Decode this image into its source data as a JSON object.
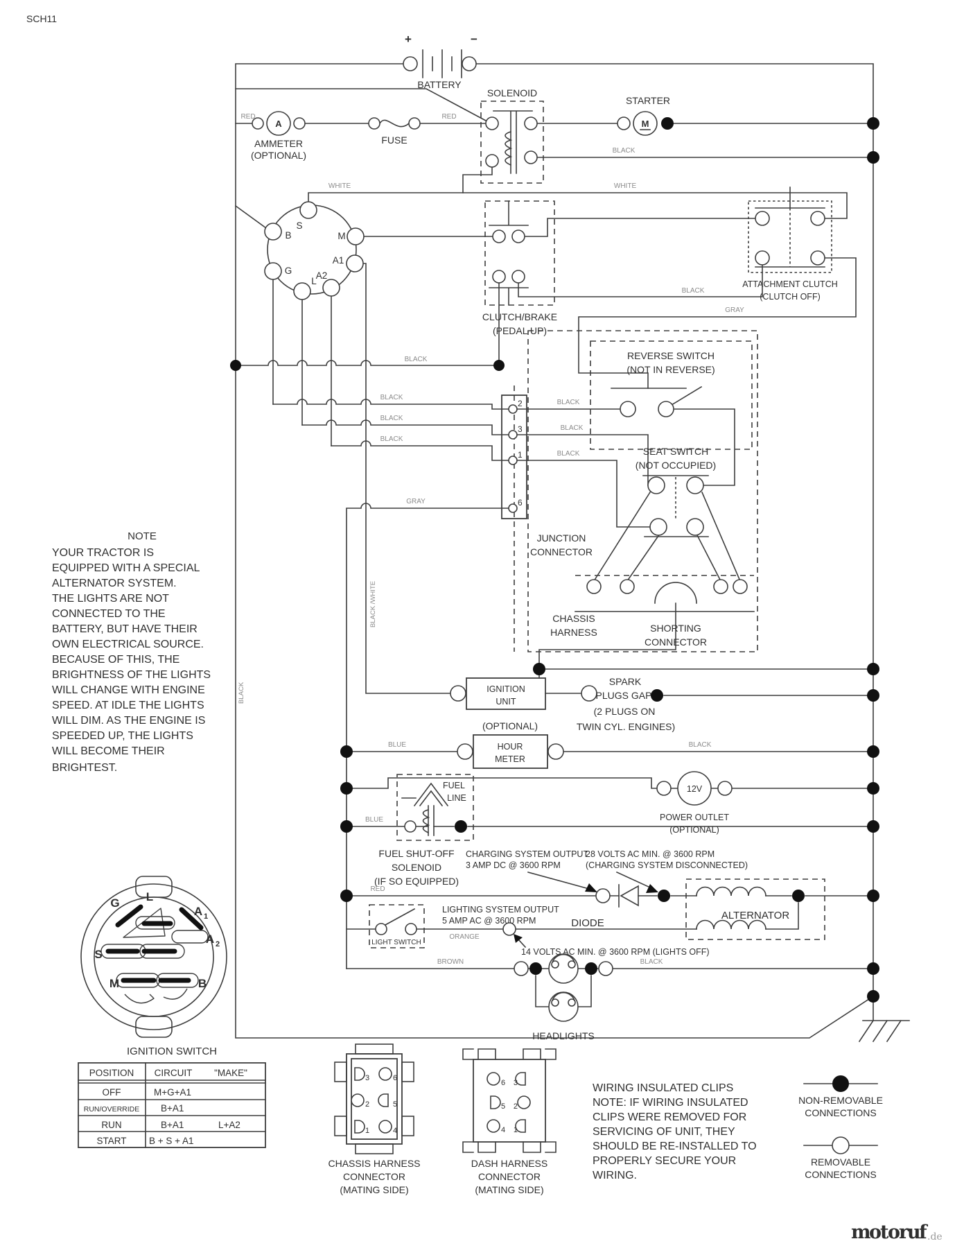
{
  "sheet": {
    "code": "SCH11"
  },
  "wires": {
    "red": "RED",
    "white": "WHITE",
    "black": "BLACK",
    "gray": "GRAY",
    "blue": "BLUE",
    "orange": "ORANGE",
    "brown": "BROWN",
    "black_white": "BLACK /WHITE"
  },
  "battery": {
    "label": "BATTERY",
    "plus": "+",
    "minus": "−"
  },
  "ammeter": {
    "label": "AMMETER",
    "sub": "(OPTIONAL)",
    "symbol": "A"
  },
  "fuse": {
    "label": "FUSE"
  },
  "solenoid": {
    "label": "SOLENOID"
  },
  "starter": {
    "label": "STARTER",
    "symbol": "M"
  },
  "key_switch": {
    "terminals": {
      "s": "S",
      "b": "B",
      "m": "M",
      "a1": "A1",
      "g": "G",
      "l": "L",
      "a2": "A2"
    }
  },
  "clutch_brake": {
    "line1": "CLUTCH/BRAKE",
    "line2": "(PEDAL UP)"
  },
  "attachment_clutch": {
    "line1": "ATTACHMENT CLUTCH",
    "line2": "(CLUTCH OFF)"
  },
  "reverse_switch": {
    "line1": "REVERSE SWITCH",
    "line2": "(NOT IN REVERSE)"
  },
  "seat_switch": {
    "line1": "SEAT SWITCH",
    "line2": "(NOT OCCUPIED)"
  },
  "junction_connector": {
    "line1": "JUNCTION",
    "line2": "CONNECTOR",
    "pins": [
      "2",
      "3",
      "1",
      "6"
    ]
  },
  "shorting_connector": {
    "line1": "SHORTING",
    "line2": "CONNECTOR"
  },
  "chassis_harness": {
    "line1": "CHASSIS",
    "line2": "HARNESS"
  },
  "ignition_unit": {
    "line1": "IGNITION",
    "line2": "UNIT"
  },
  "spark_plugs": {
    "line1": "SPARK",
    "line2": "PLUGS GAP",
    "line3": "(2 PLUGS ON",
    "line4": "TWIN CYL. ENGINES)"
  },
  "hour_meter": {
    "optional": "(OPTIONAL)",
    "line1": "HOUR",
    "line2": "METER"
  },
  "fuel_solenoid": {
    "fuel": "FUEL",
    "line": "LINE",
    "cap1": "FUEL SHUT-OFF",
    "cap2": "SOLENOID",
    "cap3": "(IF SO EQUIPPED)"
  },
  "power_outlet": {
    "symbol": "12V",
    "line1": "POWER OUTLET",
    "line2": "(OPTIONAL)"
  },
  "callouts": {
    "charging1": "CHARGING SYSTEM OUTPUT",
    "charging2": "3 AMP DC @ 3600 RPM",
    "volts28_1": "28 VOLTS AC MIN. @ 3600 RPM",
    "volts28_2": "(CHARGING SYSTEM DISCONNECTED)",
    "lighting1": "LIGHTING SYSTEM OUTPUT",
    "lighting2": "5 AMP AC @ 3600 RPM",
    "volts14": "14 VOLTS AC MIN. @ 3600 RPM (LIGHTS OFF)"
  },
  "diode": {
    "label": "DIODE"
  },
  "alternator": {
    "label": "ALTERNATOR"
  },
  "light_switch": {
    "label": "LIGHT SWITCH"
  },
  "headlights": {
    "label": "HEADLIGHTS"
  },
  "note": {
    "title": "NOTE",
    "lines": [
      "YOUR TRACTOR IS",
      "EQUIPPED WITH A SPECIAL",
      "ALTERNATOR SYSTEM.",
      "THE LIGHTS ARE NOT",
      "CONNECTED TO THE",
      "BATTERY, BUT HAVE THEIR",
      "OWN ELECTRICAL SOURCE.",
      "BECAUSE OF THIS, THE",
      "BRIGHTNESS OF THE LIGHTS",
      "WILL CHANGE WITH ENGINE",
      "SPEED.  AT IDLE THE LIGHTS",
      "WILL DIM.  AS THE ENGINE IS",
      "SPEEDED UP, THE LIGHTS",
      "WILL BECOME THEIR",
      "BRIGHTEST."
    ]
  },
  "ignition_switch_detail": {
    "title": "IGNITION SWITCH",
    "terminals": {
      "g": "G",
      "l": "L",
      "a1": "A",
      "a1_sub": "1",
      "a2": "A",
      "a2_sub": "2",
      "s": "S",
      "m": "M",
      "b": "B"
    }
  },
  "ignition_table": {
    "headers": {
      "position": "POSITION",
      "circuit": "CIRCUIT",
      "make": "\"MAKE\""
    },
    "rows": [
      {
        "position": "OFF",
        "circuit": "M+G+A1",
        "extra": ""
      },
      {
        "position": "RUN/OVERRIDE",
        "circuit": "B+A1",
        "extra": ""
      },
      {
        "position": "RUN",
        "circuit": "B+A1",
        "extra": "L+A2"
      },
      {
        "position": "START",
        "circuit": "B + S + A1",
        "extra": ""
      }
    ]
  },
  "chassis_connector": {
    "line1": "CHASSIS HARNESS",
    "line2": "CONNECTOR",
    "line3": "(MATING SIDE)",
    "pins": [
      "3",
      "6",
      "2",
      "5",
      "1",
      "4"
    ]
  },
  "dash_connector": {
    "line1": "DASH HARNESS",
    "line2": "CONNECTOR",
    "line3": "(MATING SIDE)",
    "pins": [
      "6",
      "3",
      "5",
      "2",
      "4",
      "1"
    ]
  },
  "clips_note": {
    "lines": [
      "WIRING INSULATED CLIPS",
      "NOTE: IF WIRING INSULATED",
      "CLIPS WERE REMOVED FOR",
      "SERVICING OF UNIT, THEY",
      "SHOULD BE RE-INSTALLED TO",
      "PROPERLY SECURE YOUR",
      "WIRING."
    ]
  },
  "legend": {
    "non_removable1": "NON-REMOVABLE",
    "non_removable2": "CONNECTIONS",
    "removable1": "REMOVABLE",
    "removable2": "CONNECTIONS"
  },
  "watermark": {
    "m": "m",
    "o1": "o",
    "t": "t",
    "o2": "o",
    "r": "r",
    "u": "u",
    "f": "f",
    "suffix": ".de"
  }
}
